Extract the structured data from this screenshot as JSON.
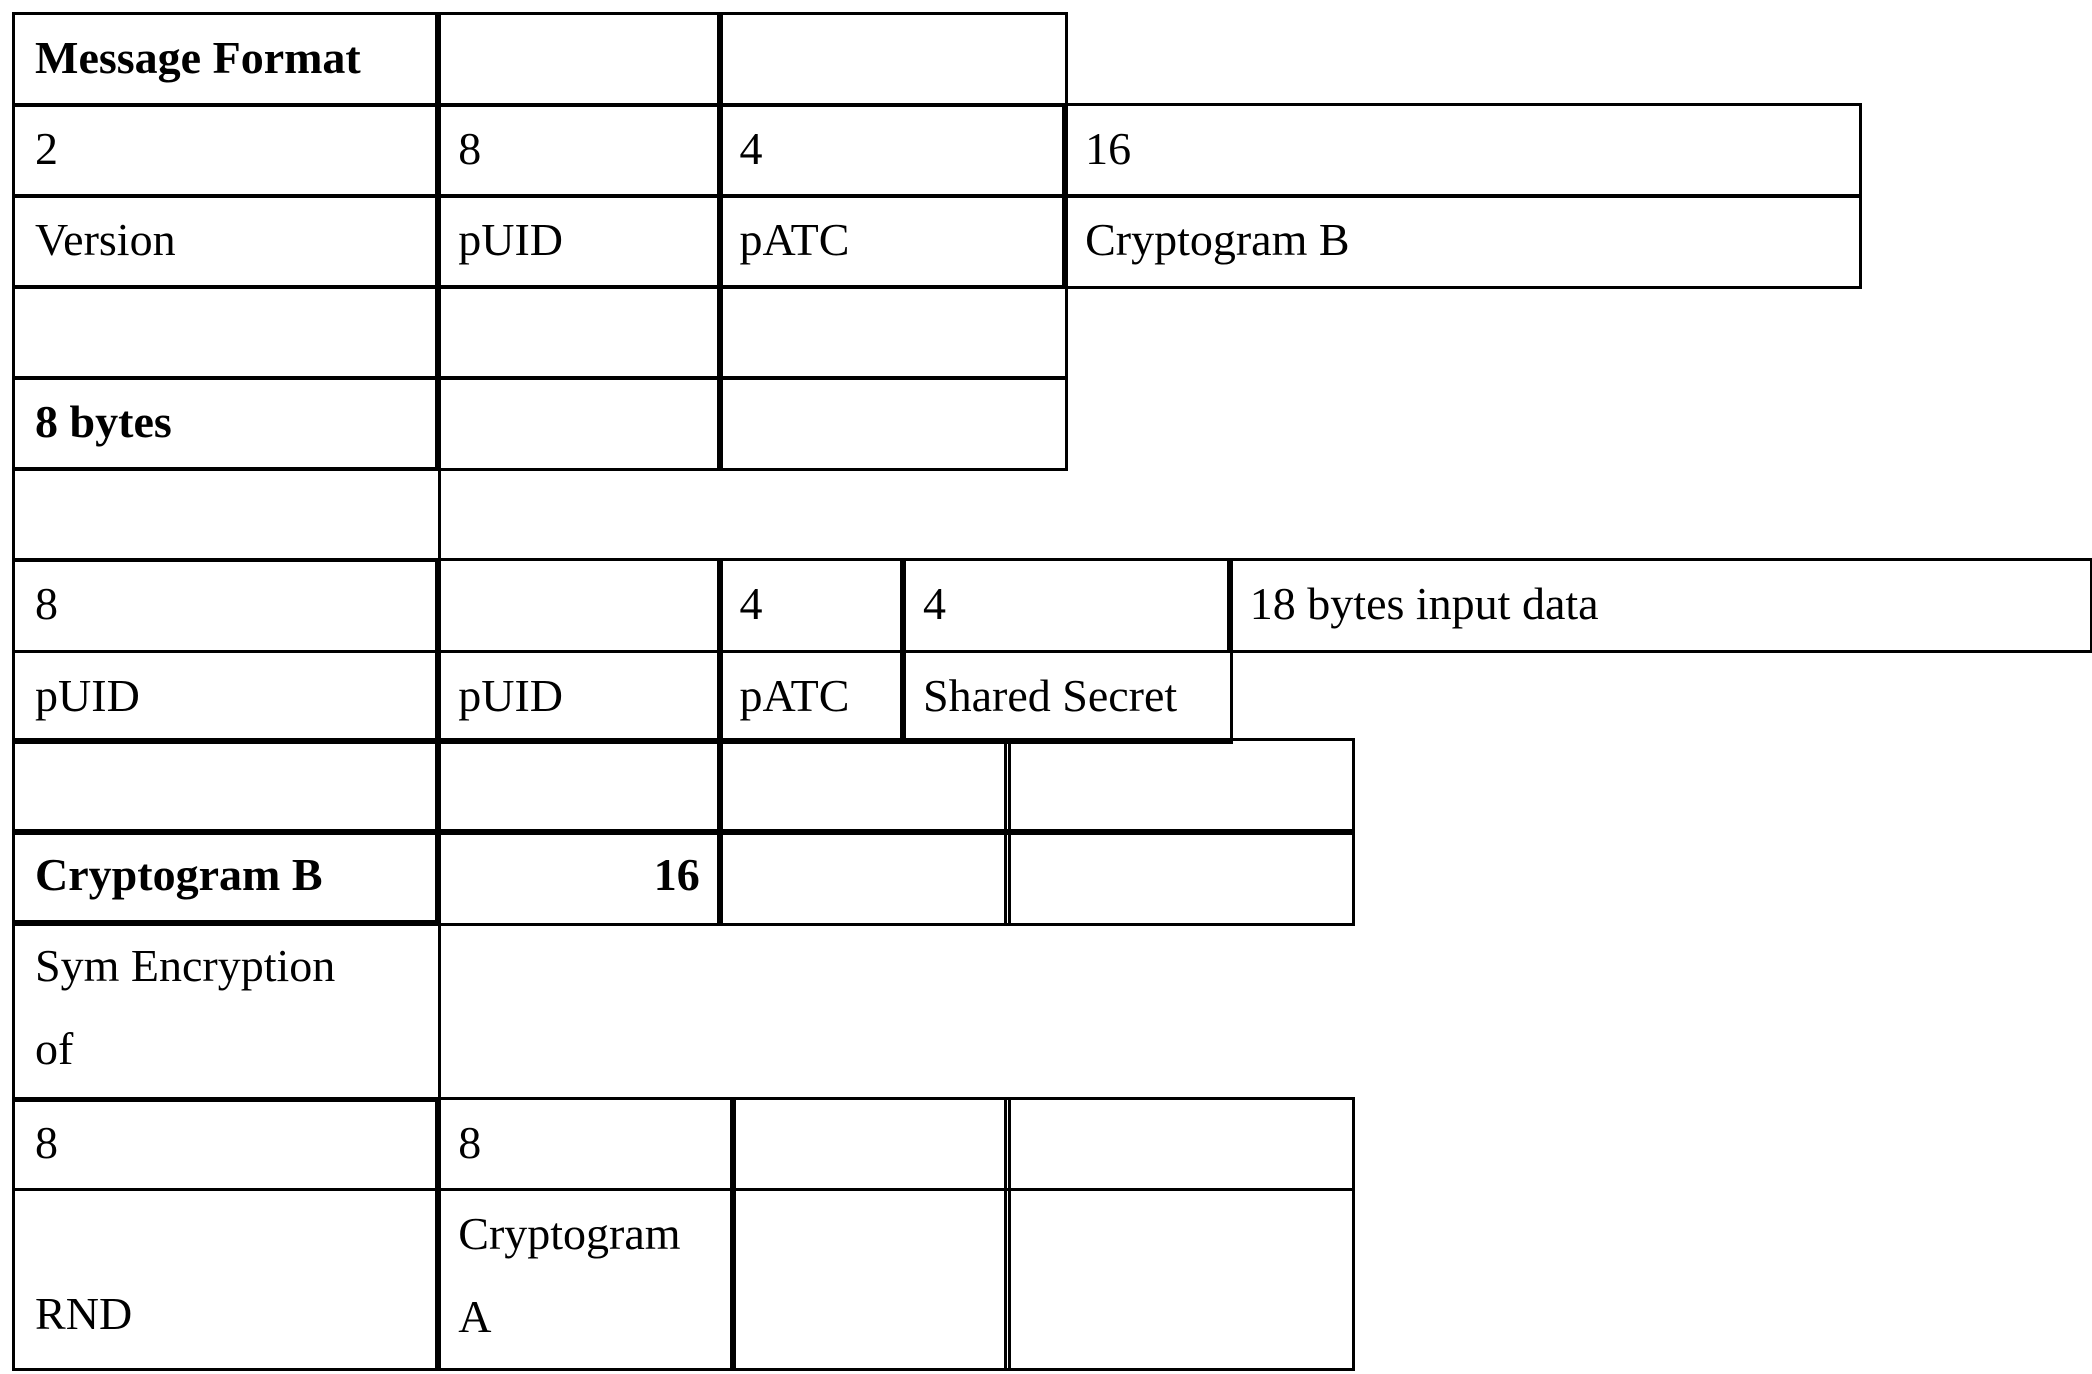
{
  "document": {
    "rows": [
      {
        "name": "row-message-format",
        "cells": [
          {
            "name": "cell-message-format-title",
            "text": "Message Format",
            "bold": true
          },
          {
            "name": "cell-message-format-blank-1",
            "text": ""
          },
          {
            "name": "cell-message-format-blank-2",
            "text": ""
          }
        ]
      },
      {
        "name": "row-message-sizes",
        "cells": [
          {
            "name": "cell-version-size",
            "text": "2"
          },
          {
            "name": "cell-puid-size",
            "text": "8"
          },
          {
            "name": "cell-patc-size",
            "text": "4"
          },
          {
            "name": "cell-cryptogram-b-size",
            "text": "16"
          }
        ]
      },
      {
        "name": "row-message-fields",
        "cells": [
          {
            "name": "cell-version-label",
            "text": "Version"
          },
          {
            "name": "cell-puid-label",
            "text": "pUID"
          },
          {
            "name": "cell-patc-label",
            "text": "pATC"
          },
          {
            "name": "cell-cryptogram-b-label",
            "text": "Cryptogram B"
          }
        ]
      },
      {
        "name": "row-spacer-1",
        "cells": [
          {
            "name": "cell-spacer-1-a",
            "text": ""
          },
          {
            "name": "cell-spacer-1-b",
            "text": ""
          },
          {
            "name": "cell-spacer-1-c",
            "text": ""
          }
        ]
      },
      {
        "name": "row-8-bytes",
        "cells": [
          {
            "name": "cell-8-bytes-title",
            "text": "8 bytes",
            "bold": true
          },
          {
            "name": "cell-8-bytes-blank-1",
            "text": ""
          },
          {
            "name": "cell-8-bytes-blank-2",
            "text": ""
          }
        ]
      },
      {
        "name": "row-spacer-2",
        "cells": [
          {
            "name": "cell-spacer-2-a",
            "text": ""
          }
        ]
      },
      {
        "name": "row-input-sizes",
        "cells": [
          {
            "name": "cell-input-puid-size",
            "text": "8"
          },
          {
            "name": "cell-input-puid2-size",
            "text": ""
          },
          {
            "name": "cell-input-patc-size",
            "text": "4"
          },
          {
            "name": "cell-input-shared-secret-size",
            "text": "4"
          },
          {
            "name": "cell-input-data-total",
            "text": "18 bytes input data"
          }
        ]
      },
      {
        "name": "row-input-fields",
        "cells": [
          {
            "name": "cell-input-puid-label",
            "text": "pUID"
          },
          {
            "name": "cell-input-puid2-label",
            "text": "pUID"
          },
          {
            "name": "cell-input-patc-label",
            "text": "pATC"
          },
          {
            "name": "cell-input-shared-secret-label",
            "text": "Shared Secret"
          }
        ]
      },
      {
        "name": "row-spacer-3",
        "cells": [
          {
            "name": "cell-spacer-3-a",
            "text": ""
          },
          {
            "name": "cell-spacer-3-b",
            "text": ""
          },
          {
            "name": "cell-spacer-3-c",
            "text": ""
          },
          {
            "name": "cell-spacer-3-d",
            "text": ""
          }
        ]
      },
      {
        "name": "row-cryptogram-b",
        "cells": [
          {
            "name": "cell-cryptogram-b-title",
            "text": "Cryptogram B",
            "bold": true
          },
          {
            "name": "cell-cryptogram-b-length",
            "text": "16",
            "bold": true,
            "align": "right"
          },
          {
            "name": "cell-cryptogram-b-blank-1",
            "text": ""
          },
          {
            "name": "cell-cryptogram-b-blank-2",
            "text": ""
          }
        ]
      },
      {
        "name": "row-sym-encryption",
        "cells": [
          {
            "name": "cell-sym-encryption-label",
            "text": "Sym Encryption\nof"
          }
        ]
      },
      {
        "name": "row-plain-sizes",
        "cells": [
          {
            "name": "cell-rnd-size",
            "text": "8"
          },
          {
            "name": "cell-cryptogram-a-size",
            "text": "8"
          },
          {
            "name": "cell-plain-sizes-blank-1",
            "text": ""
          },
          {
            "name": "cell-plain-sizes-blank-2",
            "text": ""
          }
        ]
      },
      {
        "name": "row-plain-fields",
        "cells": [
          {
            "name": "cell-rnd-label",
            "text": "RND"
          },
          {
            "name": "cell-cryptogram-a-label",
            "text": "Cryptogram\nA"
          },
          {
            "name": "cell-plain-fields-blank-1",
            "text": ""
          },
          {
            "name": "cell-plain-fields-blank-2",
            "text": ""
          }
        ]
      }
    ]
  }
}
